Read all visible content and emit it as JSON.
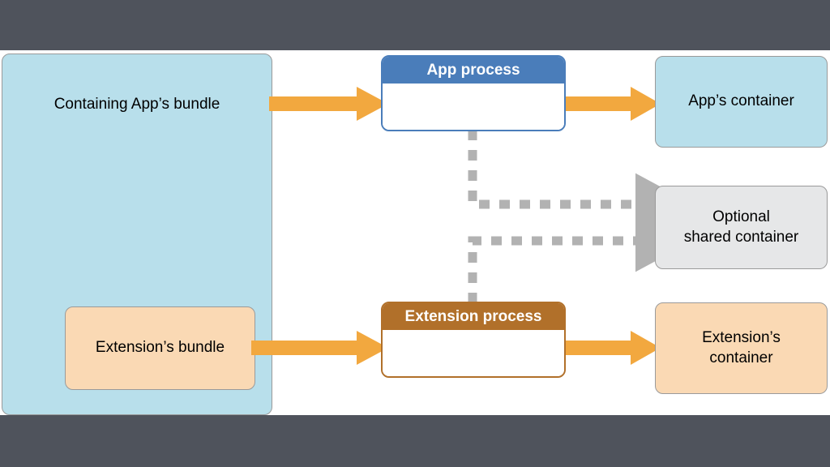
{
  "canvas": {
    "background": "#ffffff",
    "letterbox_color": "#4f535c"
  },
  "palette": {
    "blue_fill": "#b8dfeb",
    "peach_fill": "#fad9b4",
    "gray_fill": "#e6e7e8",
    "app_process_header": "#4a7dba",
    "extension_process_header": "#b1702a",
    "arrow_orange": "#f2a83f",
    "arrow_gray": "#b2b2b2",
    "node_border": "#9a9a9a",
    "text": "#000000"
  },
  "diagram": {
    "type": "flow-diagram",
    "nodes": {
      "containing_bundle": {
        "label": "Containing App’s bundle",
        "fill": "#b8dfeb"
      },
      "extension_bundle": {
        "label": "Extension’s bundle",
        "fill": "#fad9b4"
      },
      "app_process": {
        "label": "App process",
        "header_fill": "#4a7dba",
        "body_fill": "#ffffff"
      },
      "extension_process": {
        "label": "Extension process",
        "header_fill": "#b1702a",
        "body_fill": "#ffffff"
      },
      "app_container": {
        "label": "App’s container",
        "fill": "#b8dfeb"
      },
      "shared_container": {
        "label": "Optional\nshared container",
        "fill": "#e6e7e8"
      },
      "extension_container": {
        "label": "Extension’s\ncontainer",
        "fill": "#fad9b4"
      }
    },
    "edges": [
      {
        "id": "bundle-to-app-process",
        "from": "containing_bundle",
        "to": "app_process",
        "style": "solid",
        "color": "#f2a83f"
      },
      {
        "id": "app-process-to-app-container",
        "from": "app_process",
        "to": "app_container",
        "style": "solid",
        "color": "#f2a83f"
      },
      {
        "id": "extension-bundle-to-extension-process",
        "from": "extension_bundle",
        "to": "extension_process",
        "style": "solid",
        "color": "#f2a83f"
      },
      {
        "id": "extension-process-to-extension-container",
        "from": "extension_process",
        "to": "extension_container",
        "style": "solid",
        "color": "#f2a83f"
      },
      {
        "id": "app-process-to-shared-container",
        "from": "app_process",
        "to": "shared_container",
        "style": "dashed",
        "color": "#b2b2b2"
      },
      {
        "id": "extension-process-to-shared-container",
        "from": "extension_process",
        "to": "shared_container",
        "style": "dashed",
        "color": "#b2b2b2"
      }
    ]
  }
}
